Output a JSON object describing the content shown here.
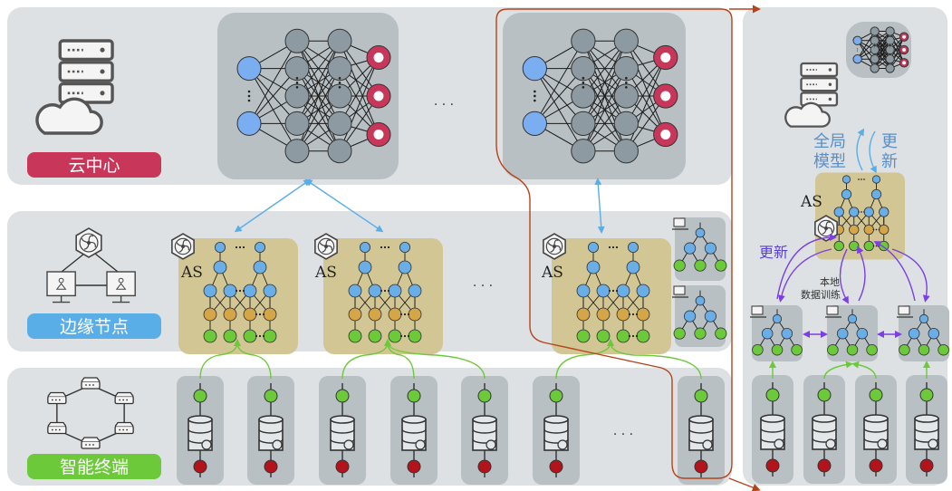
{
  "layers": {
    "cloud": {
      "label": "云中心",
      "color": "#c8365a"
    },
    "edge": {
      "label": "边缘节点",
      "color": "#5aaee8"
    },
    "terminal": {
      "label": "智能终端",
      "color": "#6cc93a"
    }
  },
  "as_label": "AS",
  "ellipsis": "· · ·",
  "right_panel": {
    "global_model": "全局\n模型",
    "update_top": "更\n新",
    "update_left": "更新",
    "local_training": "本地\n数据训练"
  },
  "colors": {
    "input_node": "#7aaef0",
    "output_node": "#c8365a",
    "hidden_node": "#8e9aa1",
    "tree_blue": "#6aaee8",
    "tree_gold": "#d4a648",
    "tree_green": "#6cc93a",
    "term_red": "#b3141c",
    "arrow_blue": "#5aaee8",
    "arrow_green": "#6cc93a",
    "arrow_purple": "#7b3fe4",
    "highlight": "#b5441b"
  }
}
